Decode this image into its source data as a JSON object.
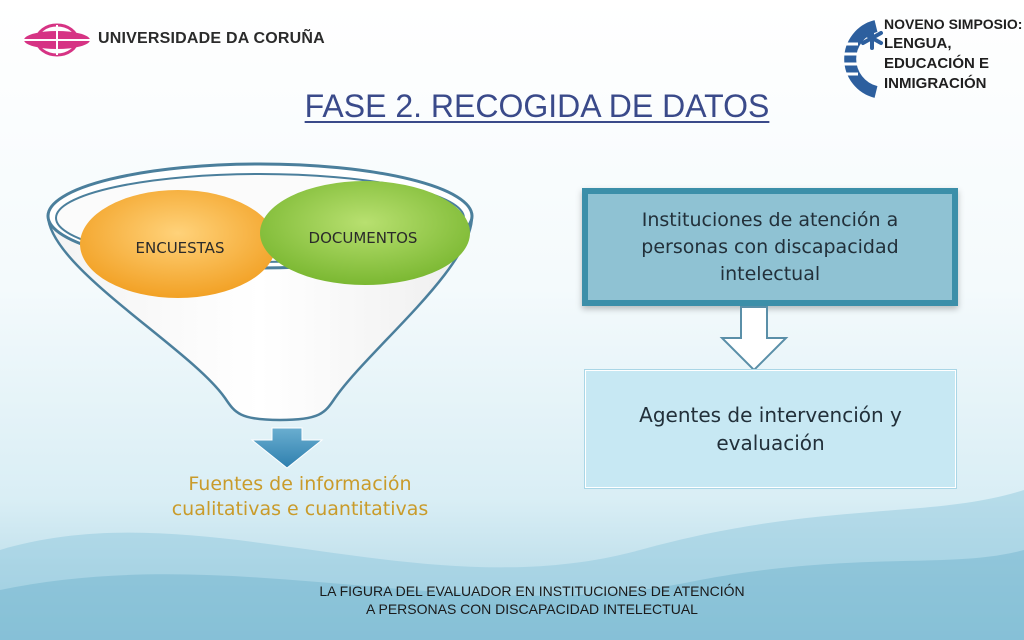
{
  "header": {
    "university_name": "UNIVERSIDADE DA CORUÑA",
    "symposium_lines": [
      "NOVENO SIMPOSIO:",
      "LENGUA,",
      "EDUCACIÓN E",
      "INMIGRACIÓN"
    ]
  },
  "slide": {
    "title": "FASE 2. RECOGIDA DE DATOS",
    "funnel": {
      "sources": [
        "ENCUESTAS",
        "DOCUMENTOS"
      ],
      "caption_lines": [
        "Fuentes de información",
        "cualitativas e cuantitativas"
      ]
    },
    "flow": {
      "top_box": "Instituciones de atención a personas con discapacidad intelectual",
      "bottom_box": "Agentes de intervención y evaluación"
    }
  },
  "footer": {
    "lines": [
      "LA FIGURA DEL EVALUADOR EN INSTITUCIONES DE ATENCIÓN",
      "A PERSONAS CON DISCAPACIDAD INTELECTUAL"
    ]
  },
  "colors": {
    "title": "#3a4a8a",
    "encuestas_bubble": "#f2ae3a",
    "documentos_bubble": "#8cc63f",
    "caption": "#c99b2a",
    "top_box_fill": "#8fc2d3",
    "top_box_border": "#3c8fa9",
    "bottom_box_fill": "#c7e8f3"
  },
  "icons": [
    "udc-logo-icon",
    "symposium-emblem-icon",
    "funnel-arrow-icon",
    "hollow-down-arrow-icon"
  ]
}
